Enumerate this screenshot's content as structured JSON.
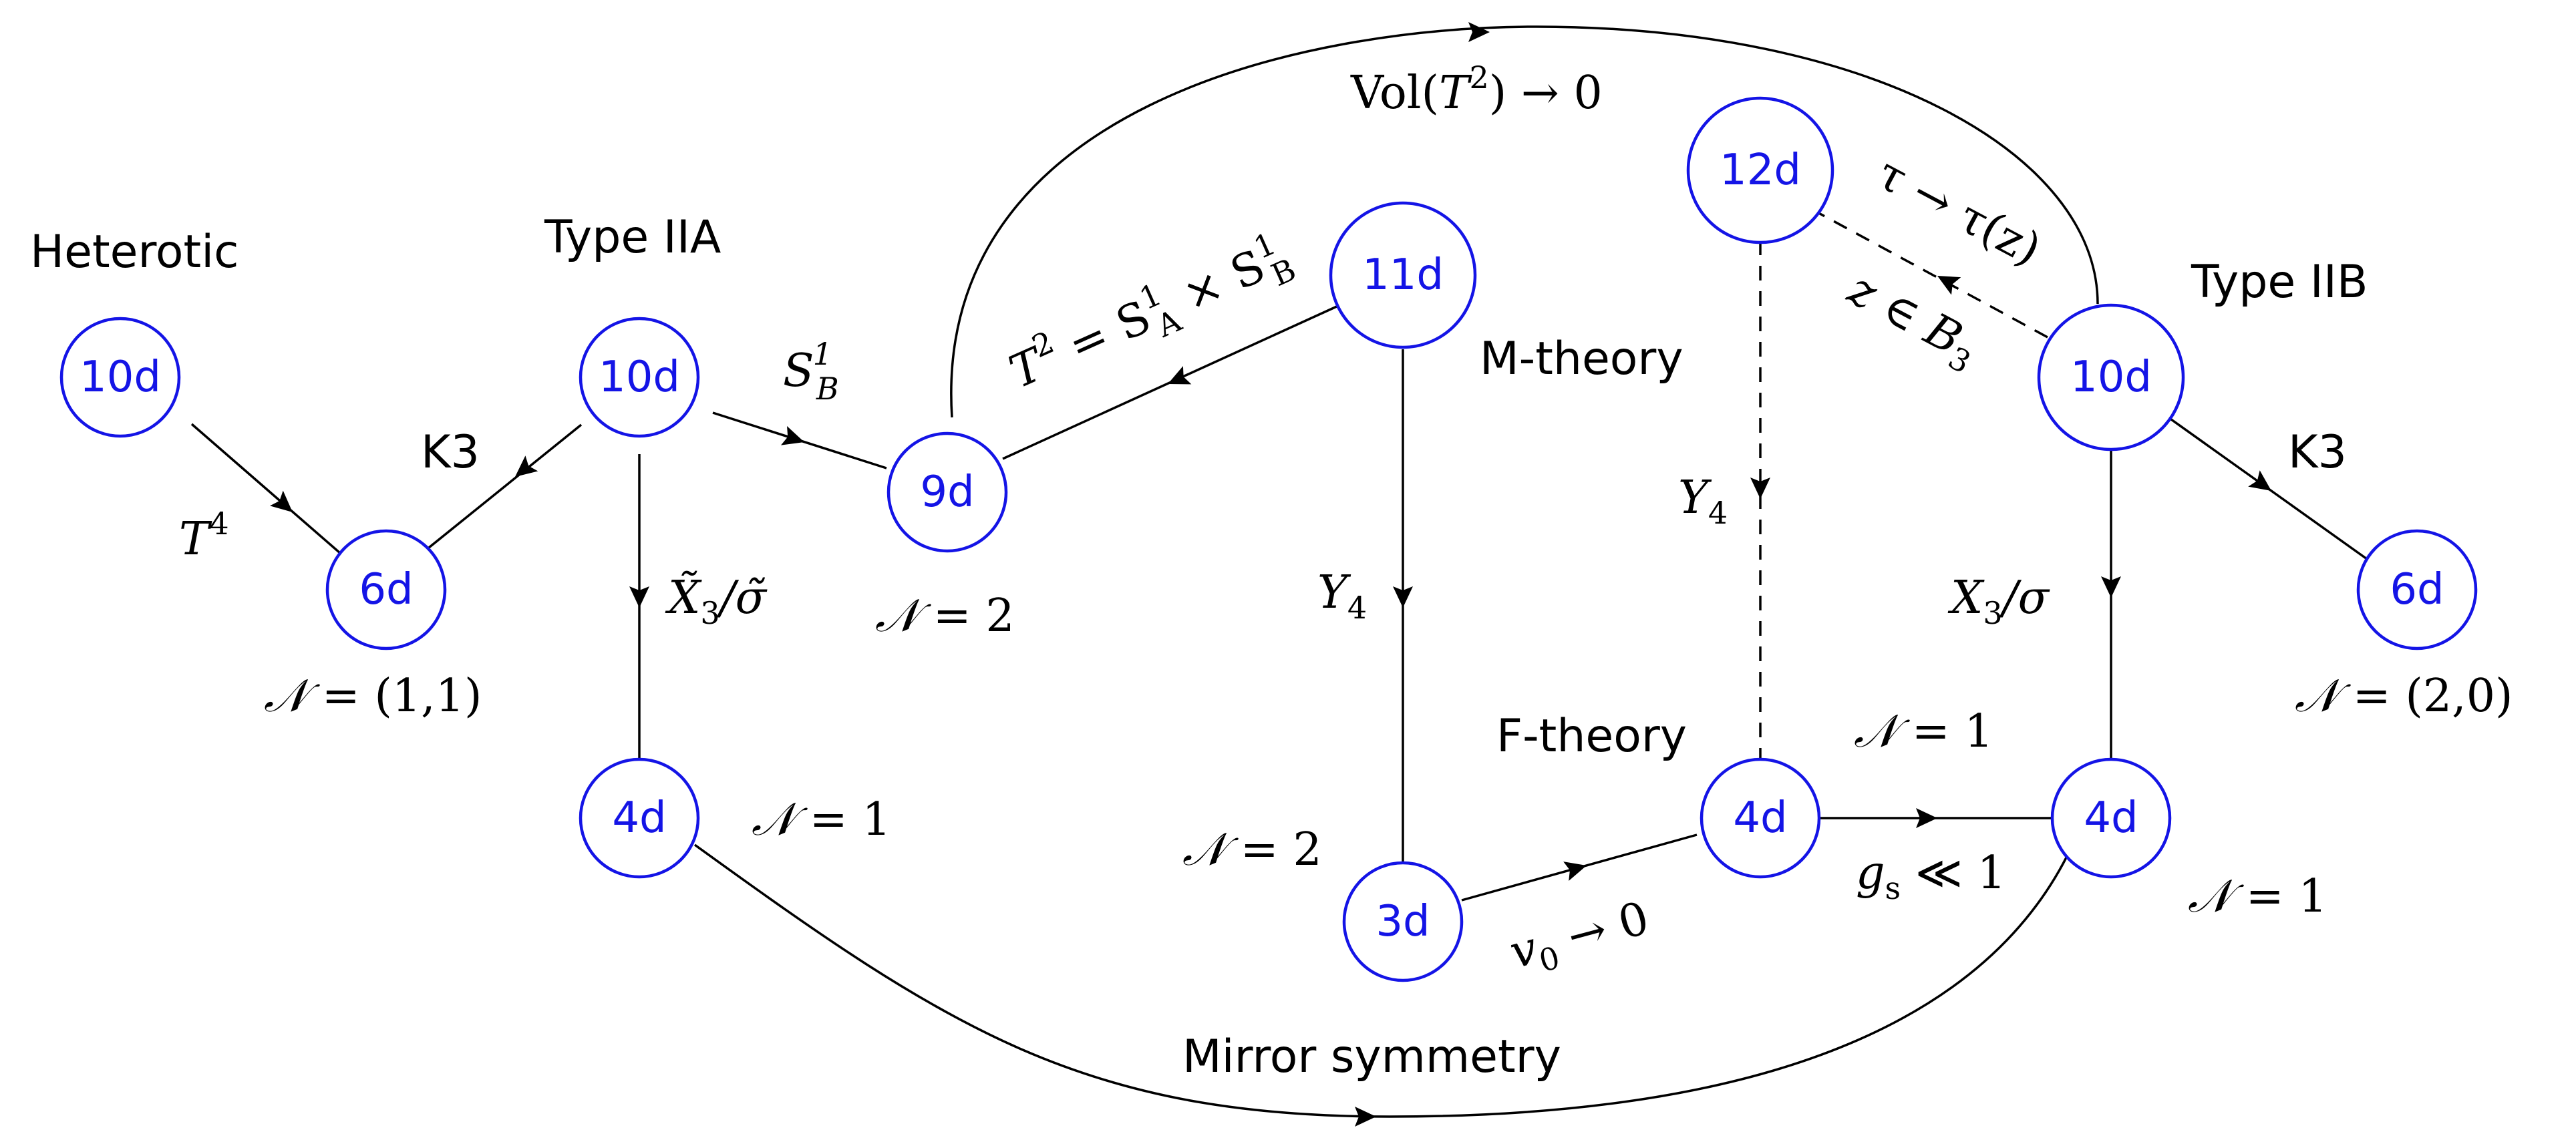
{
  "colors": {
    "node_stroke": "#1414e6",
    "node_text": "#1414e6",
    "edge": "#000000"
  },
  "nodes": {
    "het_10d": "10d",
    "het_6d": "6d",
    "iia_10d": "10d",
    "iia_4d": "4d",
    "nine_d": "9d",
    "m_11d": "11d",
    "m_3d": "3d",
    "f_12d": "12d",
    "f_4d": "4d",
    "iib_10d": "10d",
    "iib_4d": "4d",
    "iib_6d": "6d"
  },
  "theory_labels": {
    "heterotic": "Heterotic",
    "type_iia": "Type IIA",
    "m_theory": "M-theory",
    "type_iib": "Type IIB",
    "f_theory": "F-theory"
  },
  "edge_labels": {
    "k3_left": "K3",
    "k3_right": "K3",
    "mirror": "Mirror symmetry",
    "t4": {
      "base": "T",
      "sup": "4"
    },
    "sb1": {
      "base": "S",
      "sub": "B",
      "sup": "1"
    },
    "x3_tilde": {
      "base": "X̃",
      "sub": "3",
      "rest": "/σ̃"
    },
    "x3": {
      "base": "X",
      "sub": "3",
      "rest": "/σ"
    },
    "y4_m": {
      "base": "Y",
      "sub": "4"
    },
    "y4_f": {
      "base": "Y",
      "sub": "4"
    },
    "v0": {
      "base": "v",
      "sub": "0",
      "rest": " → 0"
    },
    "gs": {
      "base": "g",
      "sub": "s",
      "rest": " ≪ 1"
    },
    "vol": {
      "pre": "Vol(",
      "base": "T",
      "sup": "2",
      "rest": ") → 0"
    },
    "tau": "τ → τ(z)",
    "z_in_b3": {
      "pre": "z ∈ ",
      "base": "B",
      "sub": "3"
    },
    "t2": {
      "pre": "T",
      "pre_sup": "2",
      "mid": " = S",
      "mid_sub": "A",
      "mid_sup": "1",
      "mid2": " × S",
      "end_sub": "B",
      "end_sup": "1"
    }
  },
  "susy_labels": {
    "het_6d": {
      "sym": "𝒩",
      "rest": " = (1,1)"
    },
    "iia_4d": {
      "sym": "𝒩",
      "rest": " = 1"
    },
    "nine_d": {
      "sym": "𝒩",
      "rest": " = 2"
    },
    "m_3d": {
      "sym": "𝒩",
      "rest": " = 2"
    },
    "f_4d": {
      "sym": "𝒩",
      "rest": " = 1"
    },
    "iib_4d": {
      "sym": "𝒩",
      "rest": " = 1"
    },
    "iib_6d": {
      "sym": "𝒩",
      "rest": " = (2,0)"
    }
  }
}
